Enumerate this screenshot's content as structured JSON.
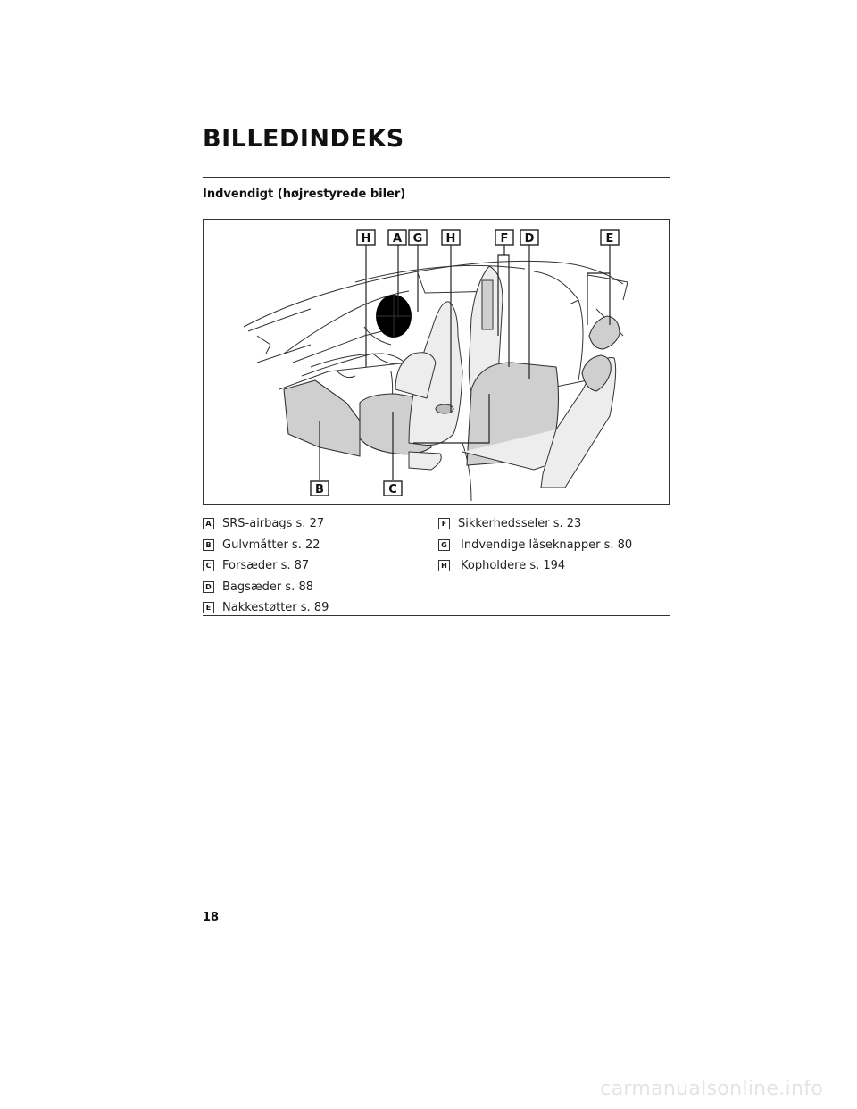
{
  "page": {
    "title": "BILLEDINDEKS",
    "subtitle": "Indvendigt (højrestyrede biler)",
    "page_number": "18",
    "watermark": "carmanualsonline.info"
  },
  "figure": {
    "callouts": {
      "h1": "H",
      "a": "A",
      "g": "G",
      "h2": "H",
      "f": "F",
      "d": "D",
      "e": "E",
      "b": "B",
      "c": "C"
    }
  },
  "legend": {
    "left": [
      {
        "key": "A",
        "text": "SRS-airbags s. 27"
      },
      {
        "key": "B",
        "text": "Gulvmåtter s. 22"
      },
      {
        "key": "C",
        "text": "Forsæder s. 87"
      },
      {
        "key": "D",
        "text": "Bagsæder s. 88"
      },
      {
        "key": "E",
        "text": "Nakkestøtter s. 89"
      }
    ],
    "right": [
      {
        "key": "F",
        "text": "Sikkerhedsseler s. 23"
      },
      {
        "key": "G",
        "text": "Indvendige låseknapper s. 80"
      },
      {
        "key": "H",
        "text": "Kopholdere s. 194"
      }
    ]
  }
}
